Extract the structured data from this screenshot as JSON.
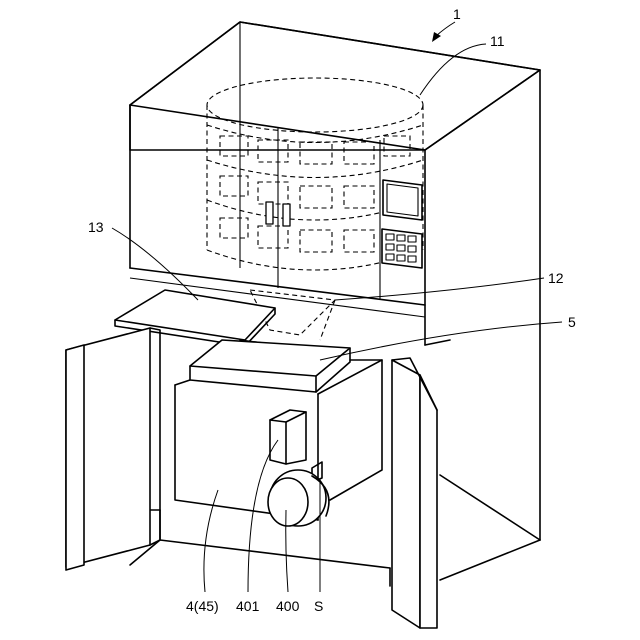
{
  "labels": {
    "l1": "1",
    "l11": "11",
    "l13": "13",
    "l12": "12",
    "l5": "5",
    "l4": "4(45)",
    "l401": "401",
    "l400": "400",
    "lS": "S"
  }
}
